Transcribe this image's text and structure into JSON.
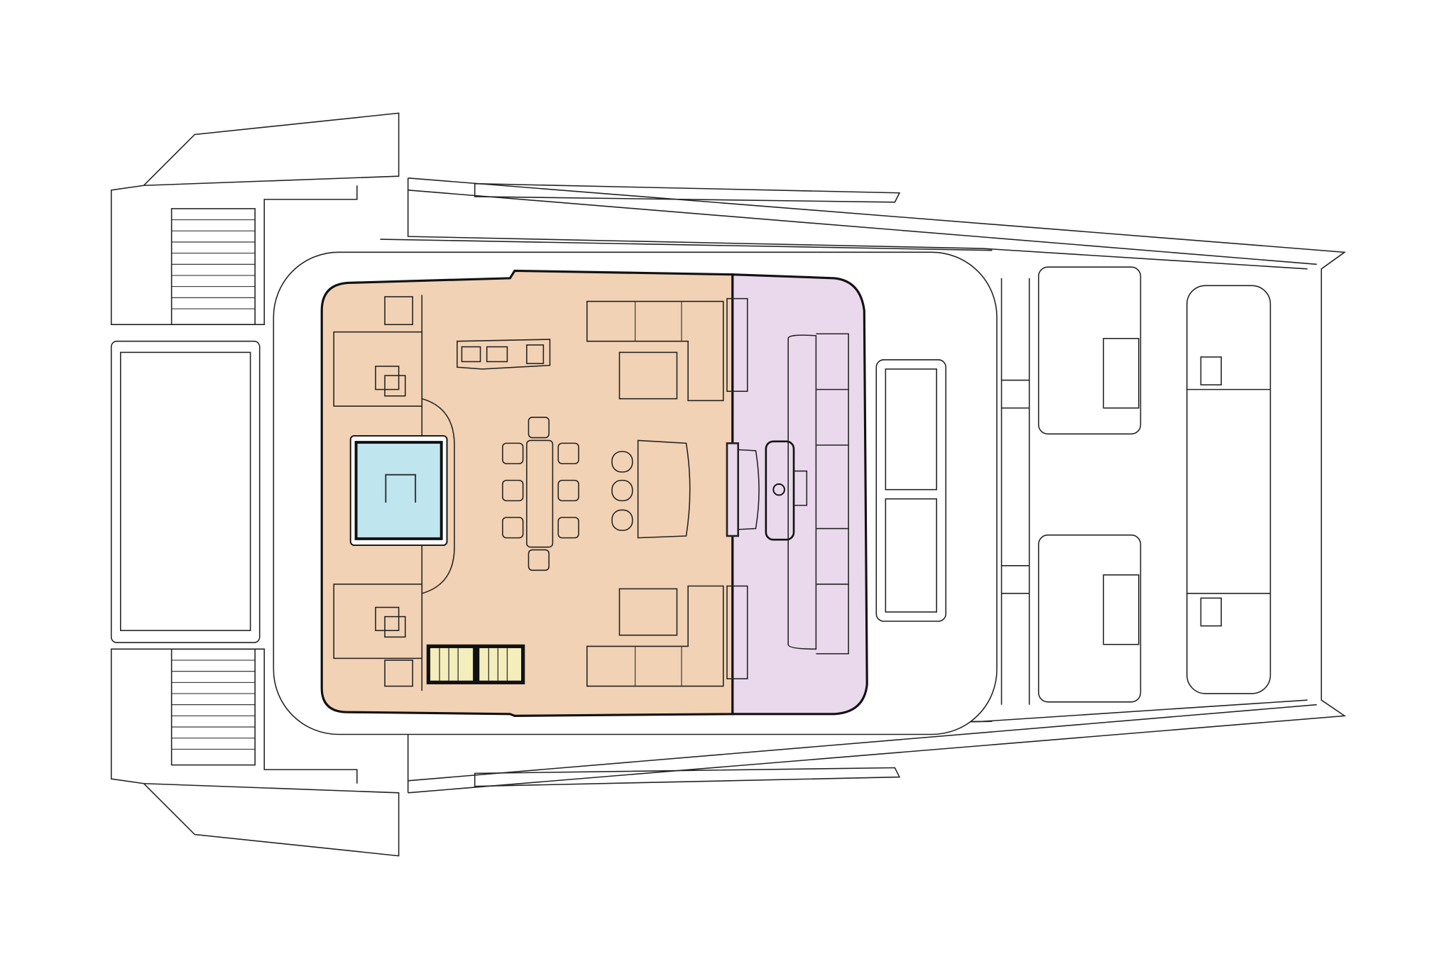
{
  "diagram": {
    "type": "deck-plan",
    "zones": [
      {
        "id": "main-lounge-deck",
        "color": "#f2d2b4"
      },
      {
        "id": "helm-area",
        "color": "#ead9ec"
      },
      {
        "id": "pool",
        "color": "#bfe5ef"
      },
      {
        "id": "sunbeds",
        "color": "#f3eebb"
      }
    ],
    "line_color": "#222222",
    "background": "#ffffff"
  }
}
